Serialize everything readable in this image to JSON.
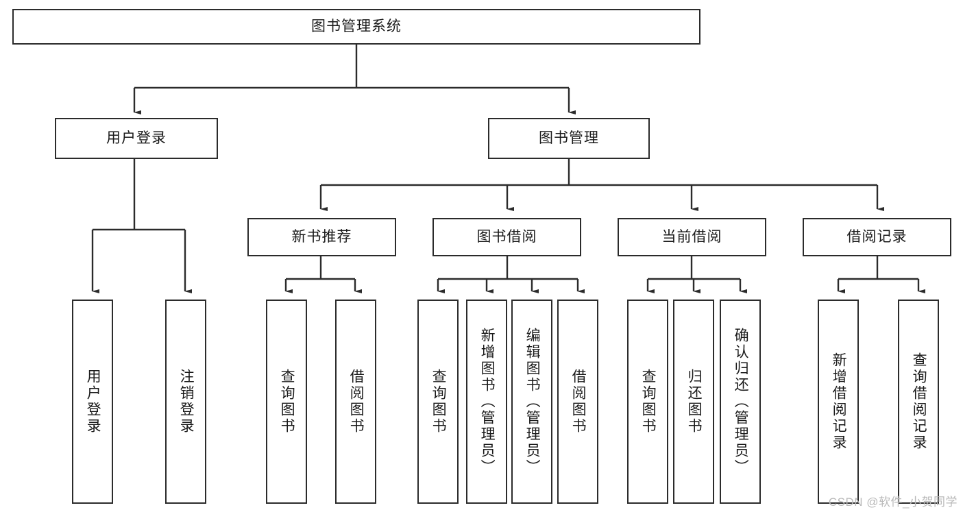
{
  "diagram": {
    "title": "图书管理系统",
    "type": "tree",
    "watermark": "CSDN @软件_小贺同学",
    "colors": {
      "box_border": "#2b2b2b",
      "box_fill": "#ffffff",
      "edge": "#2b2b2b",
      "text": "#1a1a1a",
      "watermark": "#b9b9b9"
    },
    "levels": {
      "root": "图书管理系统",
      "level2": [
        "用户登录",
        "图书管理"
      ],
      "level3": [
        "新书推荐",
        "图书借阅",
        "当前借阅",
        "借阅记录"
      ],
      "leaves": [
        "用户登录",
        "注销登录",
        "查询图书",
        "借阅图书",
        "查询图书",
        "新增图书（管理员）",
        "编辑图书（管理员）",
        "借阅图书",
        "查询图书",
        "归还图书",
        "确认归还（管理员）",
        "新增借阅记录",
        "查询借阅记录"
      ]
    },
    "nodes": {
      "root": {
        "label": "图书管理系统"
      },
      "user_login": {
        "label": "用户登录"
      },
      "book_manage": {
        "label": "图书管理"
      },
      "new_book_rec": {
        "label": "新书推荐"
      },
      "book_borrow": {
        "label": "图书借阅"
      },
      "current_borrow": {
        "label": "当前借阅"
      },
      "borrow_record": {
        "label": "借阅记录"
      },
      "leaf_user_login": {
        "label": "用户登录"
      },
      "leaf_logout": {
        "label": "注销登录"
      },
      "leaf_query_book_1": {
        "label": "查询图书"
      },
      "leaf_borrow_book_1": {
        "label": "借阅图书"
      },
      "leaf_query_book_2": {
        "label": "查询图书"
      },
      "leaf_add_book": {
        "label": "新增图书（管理员）"
      },
      "leaf_edit_book": {
        "label": "编辑图书（管理员）"
      },
      "leaf_borrow_book_2": {
        "label": "借阅图书"
      },
      "leaf_query_book_3": {
        "label": "查询图书"
      },
      "leaf_return_book": {
        "label": "归还图书"
      },
      "leaf_confirm_return": {
        "label": "确认归还（管理员）"
      },
      "leaf_add_record": {
        "label": "新增借阅记录"
      },
      "leaf_query_record": {
        "label": "查询借阅记录"
      }
    }
  },
  "chart_data": {
    "type": "table",
    "title": "图书管理系统",
    "structure": [
      {
        "node": "图书管理系统",
        "level": 1,
        "children": [
          {
            "node": "用户登录",
            "level": 2,
            "children": [
              {
                "node": "用户登录",
                "level": 3,
                "children": []
              },
              {
                "node": "注销登录",
                "level": 3,
                "children": []
              }
            ]
          },
          {
            "node": "图书管理",
            "level": 2,
            "children": [
              {
                "node": "新书推荐",
                "level": 3,
                "children": [
                  {
                    "node": "查询图书",
                    "level": 4,
                    "children": []
                  },
                  {
                    "node": "借阅图书",
                    "level": 4,
                    "children": []
                  }
                ]
              },
              {
                "node": "图书借阅",
                "level": 3,
                "children": [
                  {
                    "node": "查询图书",
                    "level": 4,
                    "children": []
                  },
                  {
                    "node": "新增图书（管理员）",
                    "level": 4,
                    "children": []
                  },
                  {
                    "node": "编辑图书（管理员）",
                    "level": 4,
                    "children": []
                  },
                  {
                    "node": "借阅图书",
                    "level": 4,
                    "children": []
                  }
                ]
              },
              {
                "node": "当前借阅",
                "level": 3,
                "children": [
                  {
                    "node": "查询图书",
                    "level": 4,
                    "children": []
                  },
                  {
                    "node": "归还图书",
                    "level": 4,
                    "children": []
                  },
                  {
                    "node": "确认归还（管理员）",
                    "level": 4,
                    "children": []
                  }
                ]
              },
              {
                "node": "借阅记录",
                "level": 3,
                "children": [
                  {
                    "node": "新增借阅记录",
                    "level": 4,
                    "children": []
                  },
                  {
                    "node": "查询借阅记录",
                    "level": 4,
                    "children": []
                  }
                ]
              }
            ]
          }
        ]
      }
    ]
  }
}
